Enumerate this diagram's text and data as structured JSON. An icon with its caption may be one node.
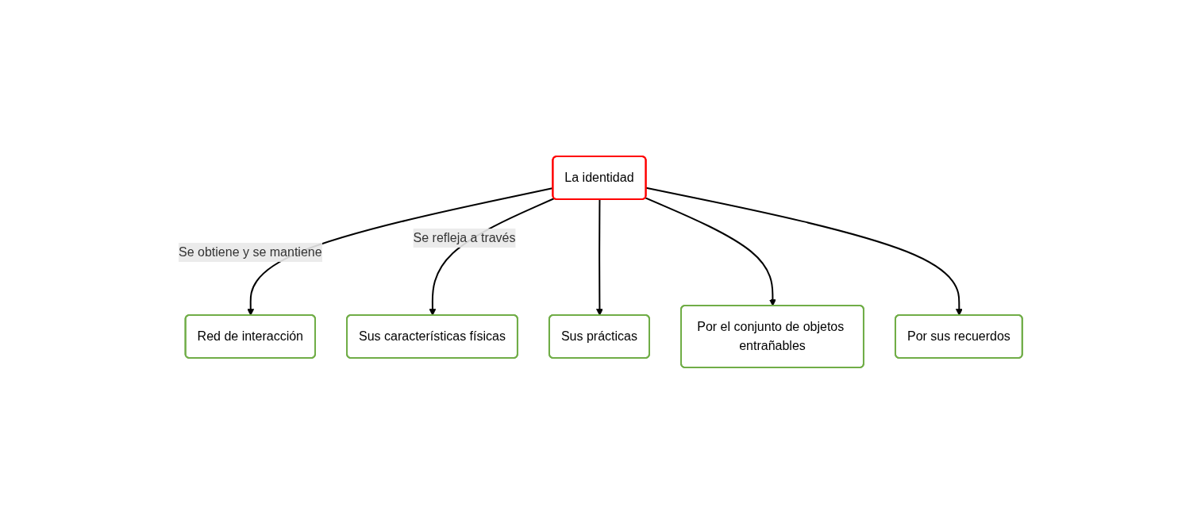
{
  "diagram": {
    "nodes": [
      {
        "text": [
          "La identidad"
        ]
      },
      {
        "text": [
          "Red de interacción"
        ]
      },
      {
        "text": [
          "Sus características físicas"
        ]
      },
      {
        "text": [
          "Sus prácticas"
        ]
      },
      {
        "text": [
          "Por el conjunto de objetos entrañables"
        ]
      },
      {
        "text": [
          "Por sus recuerdos"
        ]
      }
    ],
    "edges": [
      {
        "from": 0,
        "to": 1,
        "arrow": "to",
        "label": "Se obtiene y se mantiene"
      },
      {
        "from": 0,
        "to": 2,
        "arrow": "to",
        "label": "Se refleja a través"
      },
      {
        "from": 0,
        "to": 3,
        "arrow": "to"
      },
      {
        "from": 0,
        "to": 4,
        "arrow": "to"
      },
      {
        "from": 0,
        "to": 5,
        "arrow": "to"
      }
    ]
  }
}
